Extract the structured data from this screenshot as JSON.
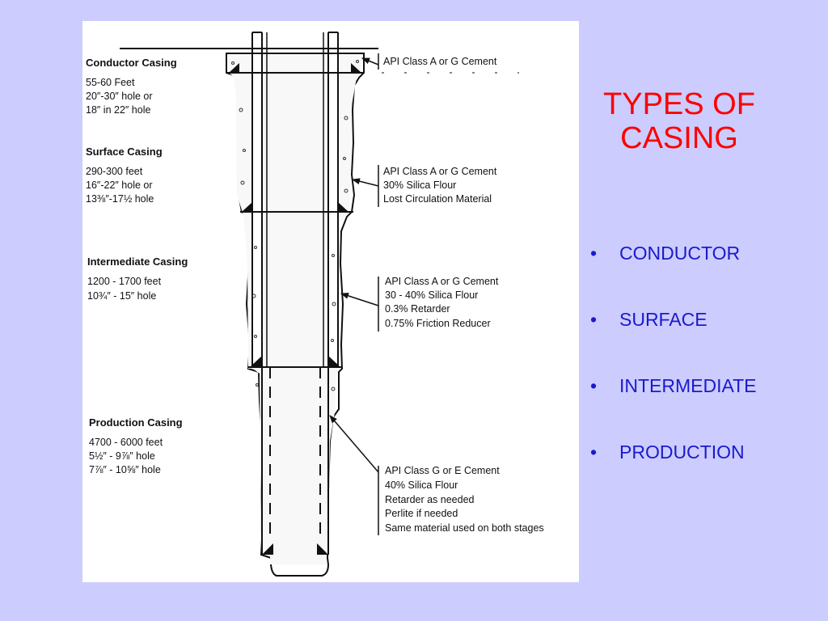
{
  "slide": {
    "title_lines": [
      "TYPES OF",
      "CASING"
    ],
    "bullets": [
      "CONDUCTOR",
      "SURFACE",
      "INTERMEDIATE",
      "PRODUCTION"
    ],
    "bullet_symbol": "•",
    "colors": {
      "background": "#ccccff",
      "title": "#ff0000",
      "bullets": "#1a1acc"
    }
  },
  "diagram": {
    "casings": [
      {
        "name": "Conductor Casing",
        "lines": [
          "55-60 Feet",
          "20″-30″ hole or",
          "18″ in 22″ hole"
        ]
      },
      {
        "name": "Surface Casing",
        "lines": [
          "290-300 feet",
          "16″-22″ hole or",
          "13⅜″-17½ hole"
        ]
      },
      {
        "name": "Intermediate Casing",
        "lines": [
          "1200 - 1700 feet",
          "10¾″ - 15″ hole"
        ]
      },
      {
        "name": "Production Casing",
        "lines": [
          "4700 - 6000 feet",
          "5½″ - 9⅞″ hole",
          "7⅞″ - 10⅝″ hole"
        ]
      }
    ],
    "cements": [
      {
        "lines": [
          "API Class A or G Cement"
        ]
      },
      {
        "lines": [
          "API Class A or G Cement",
          "30% Silica Flour",
          "Lost Circulation Material"
        ]
      },
      {
        "lines": [
          "API Class A or G Cement",
          "30 - 40% Silica Flour",
          "0.3% Retarder",
          "0.75% Friction Reducer"
        ]
      },
      {
        "lines": [
          "API Class G or E Cement",
          "40% Silica Flour",
          "Retarder as needed",
          "Perlite if needed",
          "Same material used on both stages"
        ]
      }
    ]
  }
}
